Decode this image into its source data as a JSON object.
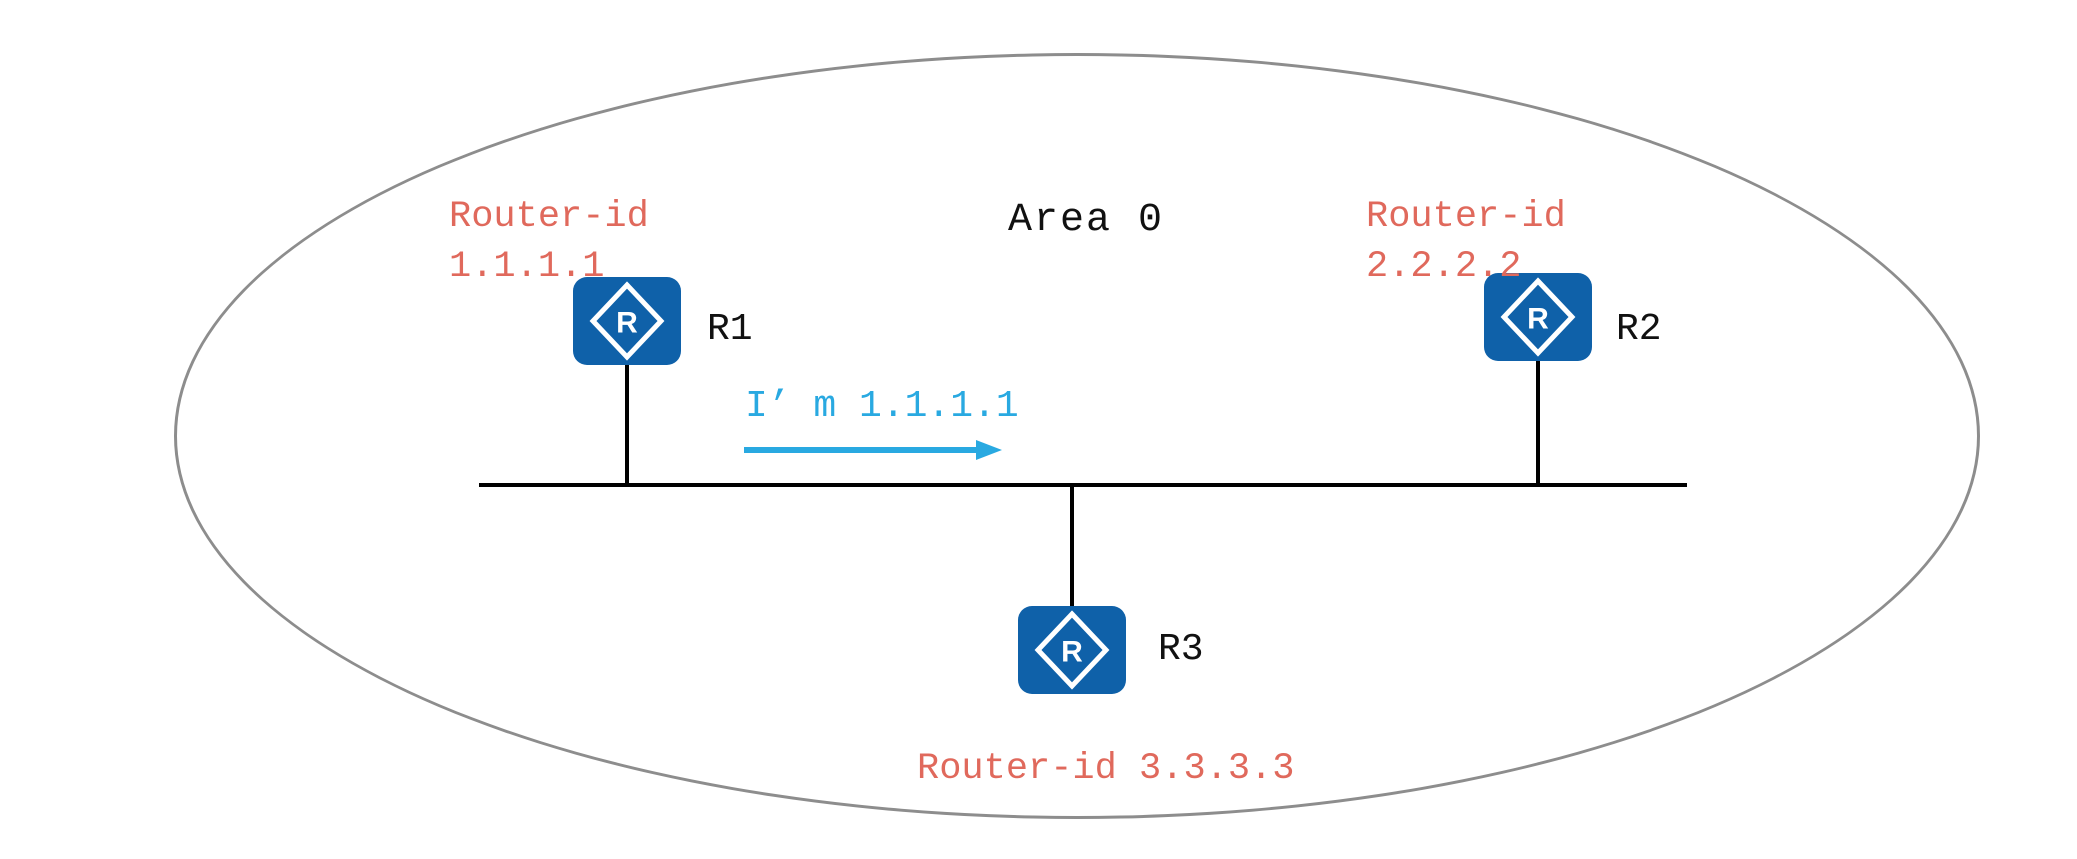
{
  "diagram": {
    "area_label": "Area 0",
    "routers": {
      "r1": {
        "name": "R1",
        "router_id_block": "Router-id\n1.1.1.1"
      },
      "r2": {
        "name": "R2",
        "router_id_block": "Router-id\n2.2.2.2"
      },
      "r3": {
        "name": "R3",
        "router_id_block": "Router-id 3.3.3.3"
      }
    },
    "message": {
      "text": "I’ m 1.1.1.1"
    },
    "icon_letter": "R",
    "colors": {
      "router_fill": "#0f61a9",
      "router_id_text": "#e0695c",
      "message_text": "#29a9e1",
      "ellipse_stroke": "#8d8d8d",
      "line": "#000000",
      "background": "#ffffff"
    }
  }
}
